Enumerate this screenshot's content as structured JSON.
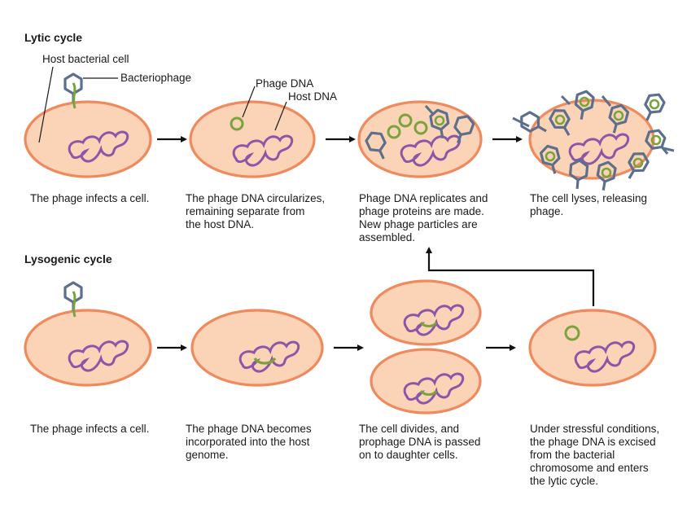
{
  "lytic": {
    "title": "Lytic cycle",
    "labels": {
      "host_cell": "Host bacterial cell",
      "bacteriophage": "Bacteriophage",
      "phage_dna": "Phage DNA",
      "host_dna": "Host DNA"
    },
    "captions": [
      [
        "The phage infects a cell."
      ],
      [
        "The phage DNA circularizes,",
        "remaining separate from",
        "the host DNA."
      ],
      [
        "Phage DNA replicates and",
        "phage proteins are made.",
        "New phage particles are",
        "assembled."
      ],
      [
        "The cell lyses, releasing",
        "phage."
      ]
    ]
  },
  "lysogenic": {
    "title": "Lysogenic cycle",
    "captions": [
      [
        "The phage infects a cell."
      ],
      [
        "The phage DNA becomes",
        "incorporated into the host",
        "genome."
      ],
      [
        "The cell divides, and",
        "prophage DNA is passed",
        "on to daughter cells."
      ],
      [
        "Under stressful conditions,",
        "the phage DNA is excised",
        "from the bacterial",
        "chromosome and enters",
        "the lytic cycle."
      ]
    ]
  },
  "colors": {
    "cell_fill": "#fbd4b8",
    "cell_stroke": "#f08a5d",
    "host_dna": "#8b55a8",
    "phage_dna": "#7aa33c",
    "phage_body": "#5c6f8c",
    "arrow": "#111111"
  }
}
